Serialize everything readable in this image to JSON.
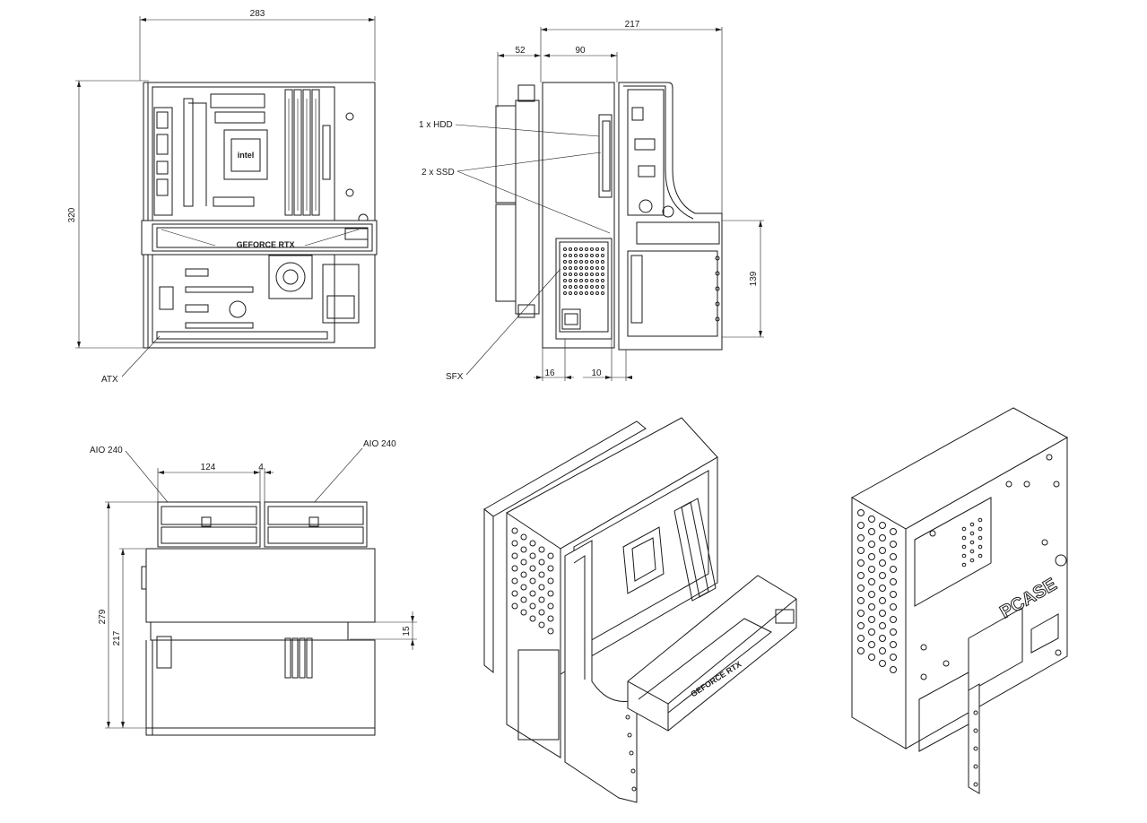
{
  "front_view": {
    "width_dim": "283",
    "height_dim": "320",
    "label_atx": "ATX",
    "gpu_text": "GEFORCE RTX"
  },
  "side_view": {
    "overall_dim": "217",
    "dim_52": "52",
    "dim_90": "90",
    "dim_139": "139",
    "dim_16": "16",
    "dim_10": "10",
    "label_hdd": "1 x HDD",
    "label_ssd": "2 x SSD",
    "label_sfx": "SFX"
  },
  "top_view": {
    "label_aio_left": "AIO 240",
    "label_aio_right": "AIO 240",
    "dim_124": "124",
    "dim_4": "4",
    "dim_279": "279",
    "dim_217": "217",
    "dim_15": "15"
  },
  "iso_view": {
    "gpu_text": "GEFORCE RTX"
  },
  "rear_iso_view": {
    "logo_text": "PCASE"
  }
}
